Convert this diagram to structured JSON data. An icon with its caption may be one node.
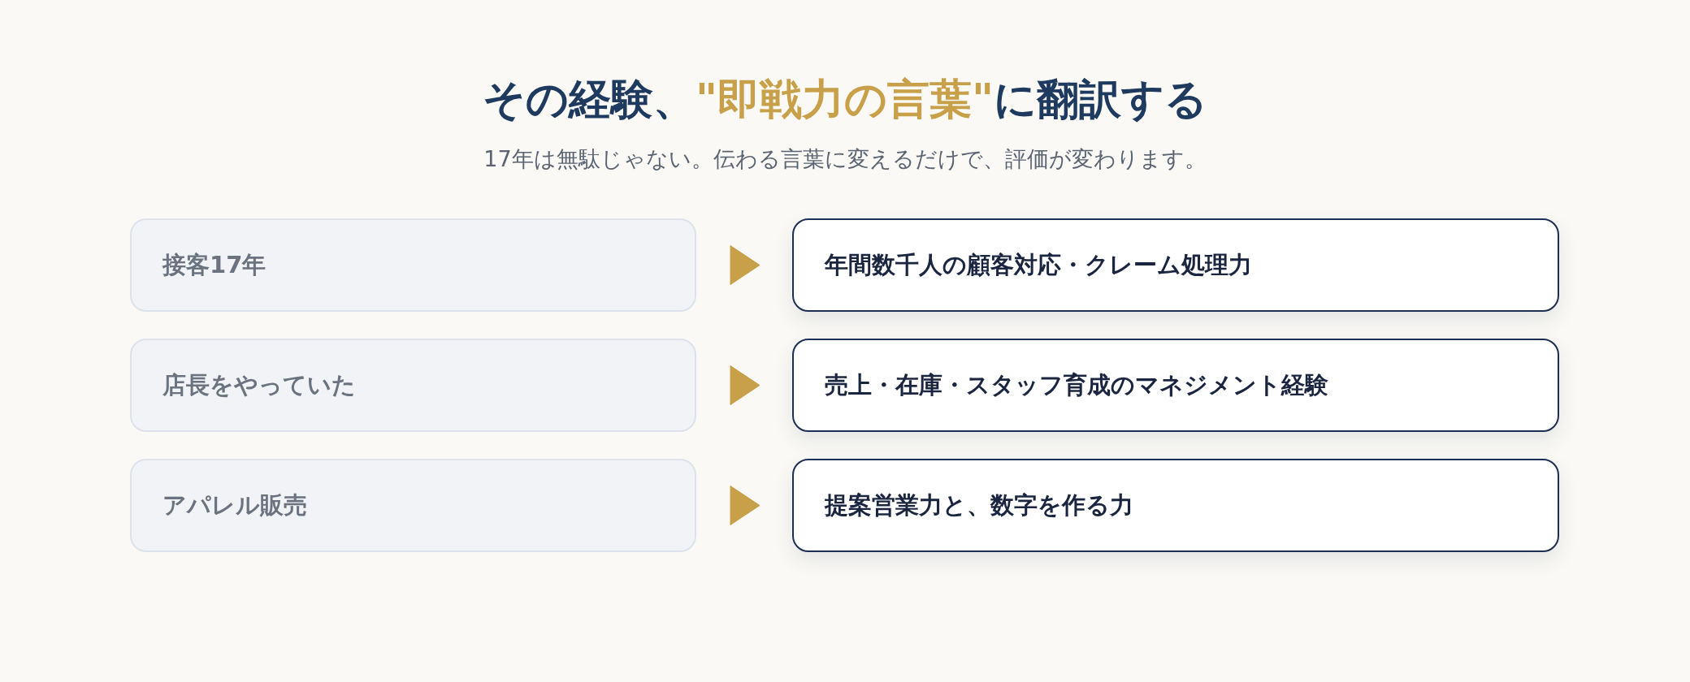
{
  "diagram": {
    "title": "その経験、\"即戦力の言葉\"に翻訳する",
    "caption": "17年は無駄じゃない。伝わる言葉に変えるだけで、評価が変わります。",
    "nodes": [
      {
        "text": [
          "接客17年"
        ]
      },
      {
        "text": [
          "年間数千人の顧客対応・クレーム処理力"
        ]
      },
      {
        "text": [
          "店長をやっていた"
        ]
      },
      {
        "text": [
          "売上・在庫・スタッフ育成のマネジメント経験"
        ]
      },
      {
        "text": [
          "アパレル販売"
        ]
      },
      {
        "text": [
          "提案営業力と、数字を作る力"
        ]
      }
    ],
    "edges": [
      {
        "from": 0,
        "to": 1,
        "arrow": "to"
      },
      {
        "from": 2,
        "to": 3,
        "arrow": "to"
      },
      {
        "from": 4,
        "to": 5,
        "arrow": "to"
      }
    ]
  }
}
